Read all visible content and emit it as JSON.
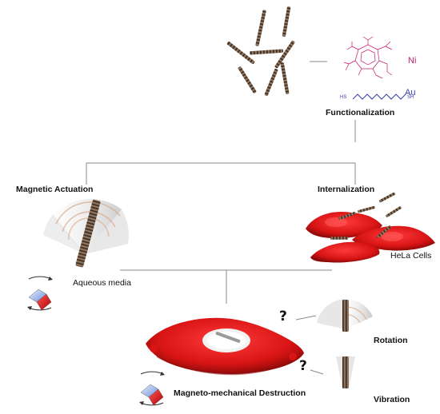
{
  "labels": {
    "functionalization": "Functionalization",
    "magnetic_actuation": "Magnetic Actuation",
    "internalization": "Internalization",
    "aqueous_media": "Aqueous media",
    "hela_cells": "HeLa Cells",
    "rotation": "Rotation",
    "vibration": "Vibration",
    "destruction": "Magneto-mechanical Destruction"
  },
  "metals": {
    "ni": "Ni",
    "au": "Au"
  },
  "molecule_labels": {
    "hs_left": "HS",
    "sh_right": "SH"
  },
  "question_mark": "?",
  "colors": {
    "cell": "#e01a1a",
    "cell_shadow": "#9c0c0c",
    "rod": "#8a6e57",
    "rod_band": "#3d2a1f",
    "ni": "#c2186b",
    "au": "#3b3da8",
    "line": "#8a8a8a"
  }
}
